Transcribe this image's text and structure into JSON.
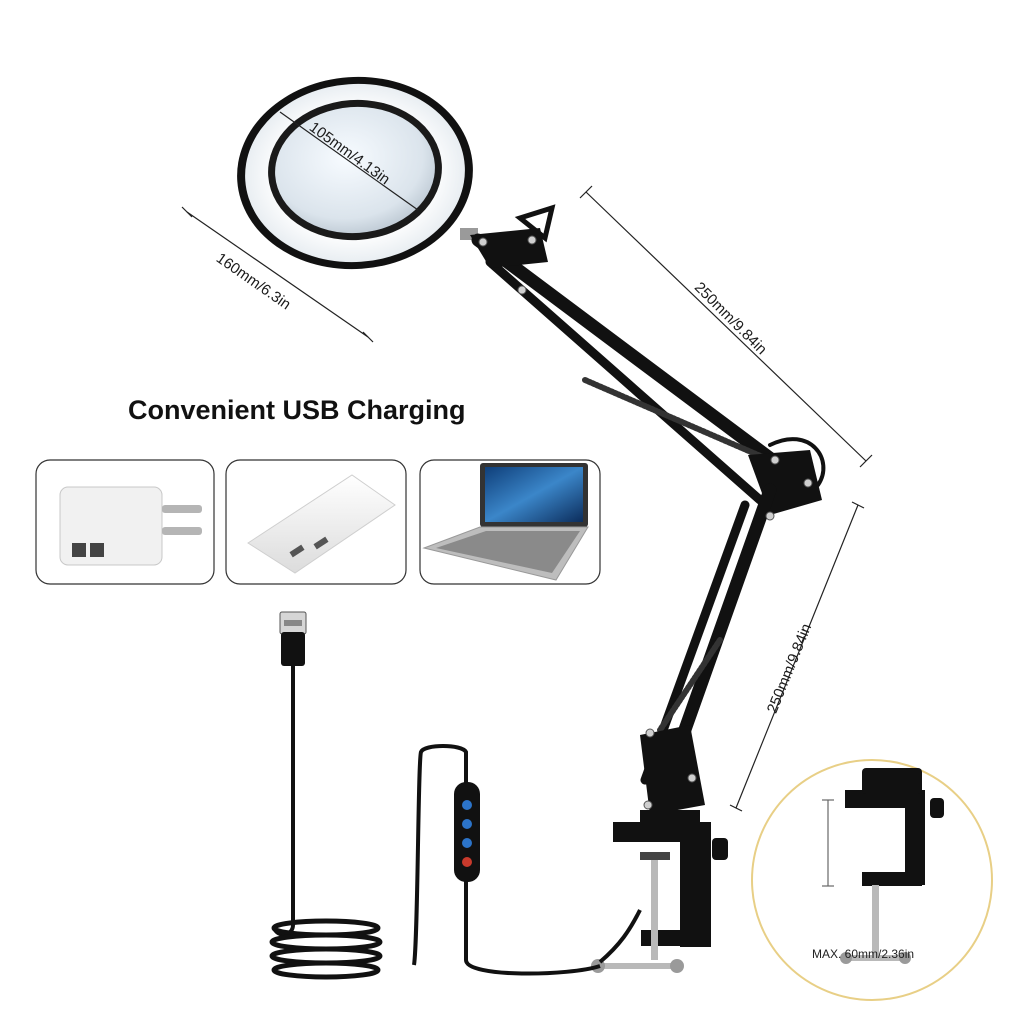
{
  "headline": "Convenient USB Charging",
  "dimensions": {
    "lens": "105mm/4.13in",
    "ring": "160mm/6.3in",
    "upper_arm": "250mm/9.84in",
    "lower_arm": "250mm/9.84in",
    "clamp": "MAX. 60mm/2.36in"
  },
  "charging_sources": [
    "wall-charger",
    "power-bank",
    "laptop"
  ],
  "colors": {
    "lamp_body": "#111111",
    "lens_glow": "#ffffff",
    "callout_border": "#e8cf86"
  }
}
